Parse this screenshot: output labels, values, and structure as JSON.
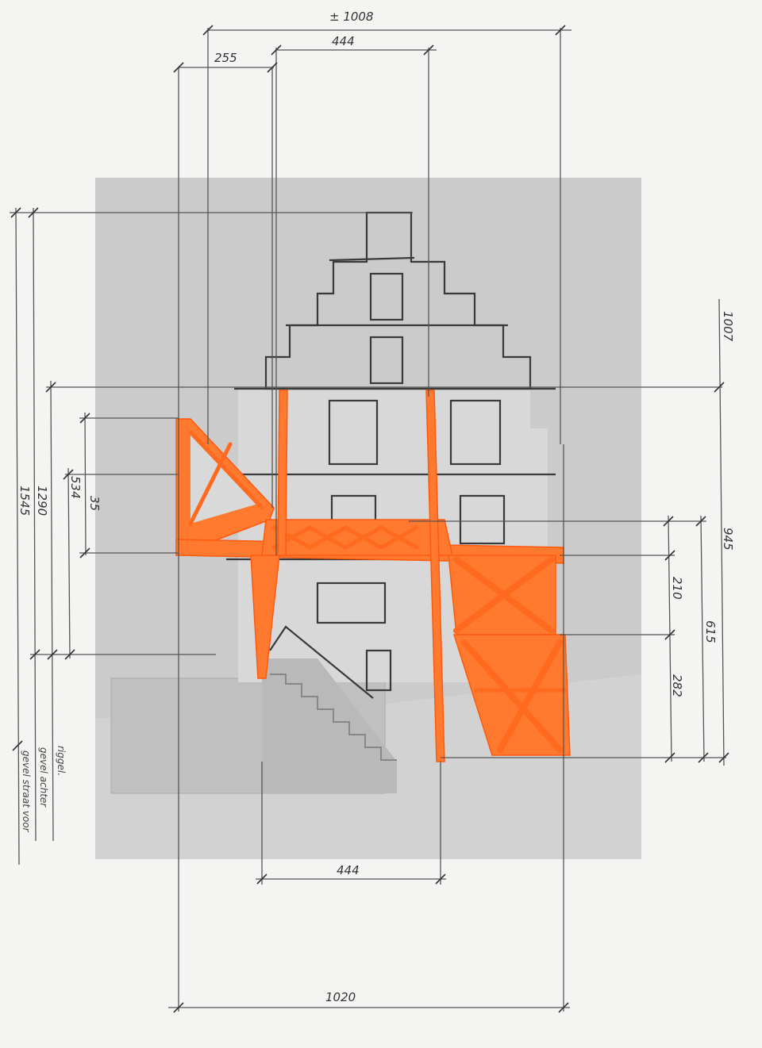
{
  "drawing": {
    "dimensions": {
      "top_overall": "± 1008",
      "top_inner": "444",
      "top_left": "255",
      "right_top": "1007",
      "right_overall": "945",
      "right_upper": "210",
      "right_mid": "615",
      "right_lower": "282",
      "left_small": "35",
      "left_534": "534",
      "left_1290": "1290",
      "left_1545": "1545",
      "bottom_inner": "444",
      "bottom_overall": "1020"
    },
    "notes": {
      "riggel": "riggel.",
      "gevel_achter": "gevel achter",
      "gevel_straat": "gevel straat voor"
    },
    "colors": {
      "accent": "#ff7a2e",
      "photo": "#c9c9c9",
      "paper": "#f4f4f2"
    }
  }
}
